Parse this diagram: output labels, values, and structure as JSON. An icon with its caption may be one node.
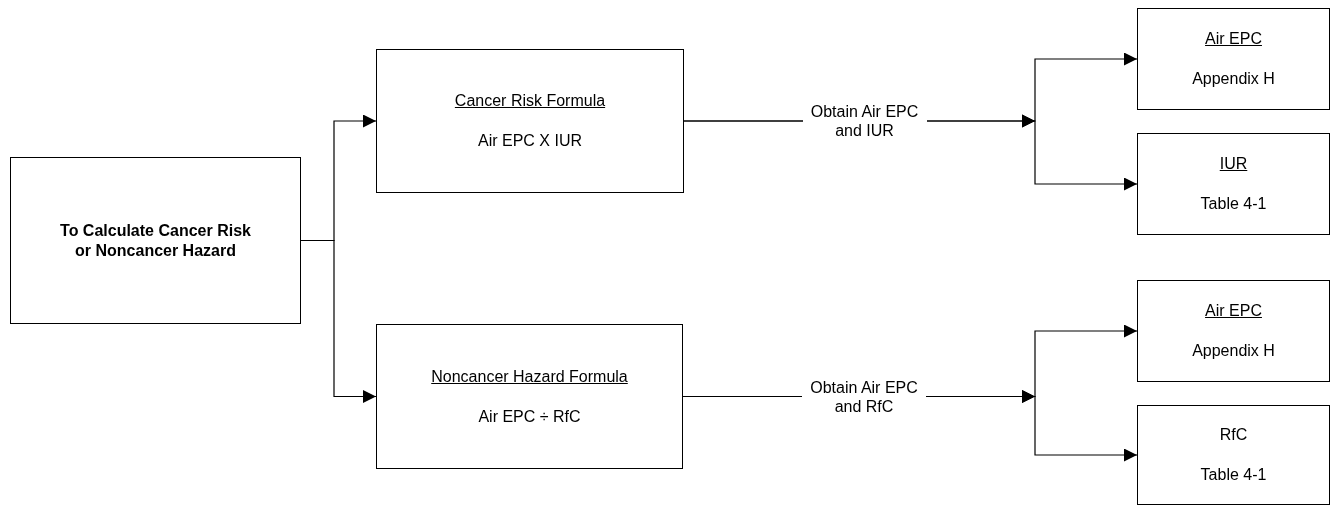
{
  "diagram": {
    "nodes": [
      {
        "text": [
          "To Calculate Cancer Risk or Noncancer Hazard"
        ]
      },
      {
        "text": [
          "Cancer Risk Formula",
          "Air EPC X IUR"
        ]
      },
      {
        "text": [
          "Noncancer Hazard Formula",
          "Air EPC ÷ RfC"
        ]
      },
      {
        "text": [
          "Air EPC",
          "Appendix H"
        ]
      },
      {
        "text": [
          "IUR",
          "Table 4-1"
        ]
      },
      {
        "text": [
          "Air EPC",
          "Appendix H"
        ]
      },
      {
        "text": [
          "RfC",
          "Table 4-1"
        ]
      }
    ],
    "edges": [
      {
        "from": 0,
        "to": 1,
        "arrow": "to"
      },
      {
        "from": 0,
        "to": 2,
        "arrow": "to"
      },
      {
        "from": 1,
        "to": 3,
        "arrow": "to",
        "label": "Obtain Air EPC and IUR"
      },
      {
        "from": 1,
        "to": 4,
        "arrow": "to"
      },
      {
        "from": 2,
        "to": 5,
        "arrow": "to",
        "label": "Obtain Air EPC and RfC"
      },
      {
        "from": 2,
        "to": 6,
        "arrow": "to"
      }
    ]
  }
}
